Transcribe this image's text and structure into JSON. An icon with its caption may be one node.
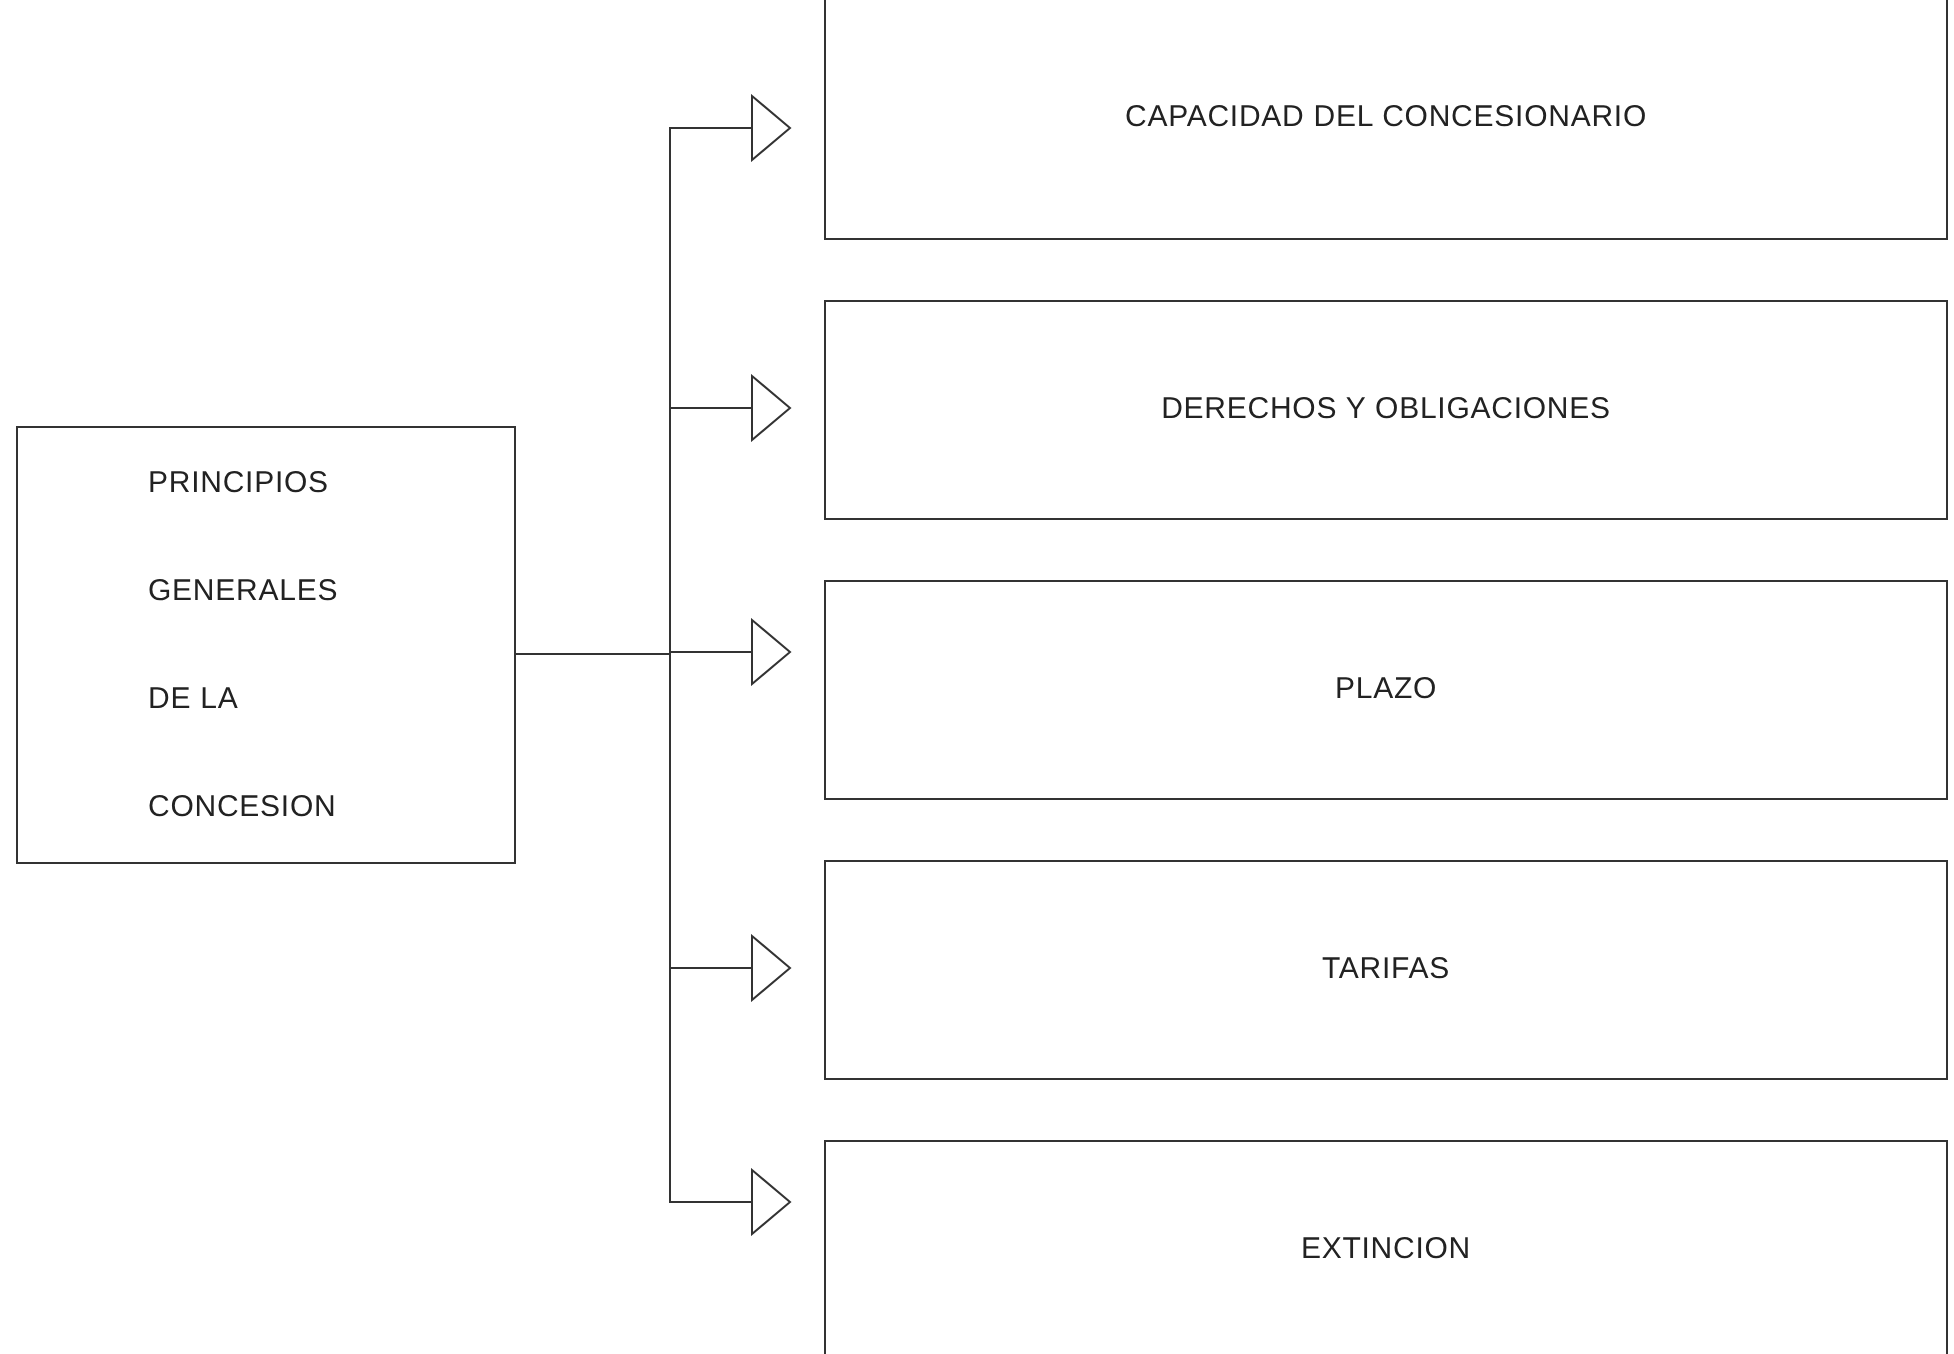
{
  "diagram": {
    "nodes": [
      {
        "text": [
          "PRINCIPIOS GENERALES DE LA CONCESION"
        ]
      },
      {
        "text": [
          "CAPACIDAD DEL CONCESIONARIO"
        ]
      },
      {
        "text": [
          "DERECHOS Y OBLIGACIONES"
        ]
      },
      {
        "text": [
          "PLAZO"
        ]
      },
      {
        "text": [
          "TARIFAS"
        ]
      },
      {
        "text": [
          "EXTINCION"
        ]
      }
    ],
    "edges": [
      {
        "from": 0,
        "to": 1,
        "arrow": "to"
      },
      {
        "from": 0,
        "to": 2,
        "arrow": "to"
      },
      {
        "from": 0,
        "to": 3,
        "arrow": "to"
      },
      {
        "from": 0,
        "to": 4,
        "arrow": "to"
      },
      {
        "from": 0,
        "to": 5,
        "arrow": "to"
      }
    ]
  }
}
